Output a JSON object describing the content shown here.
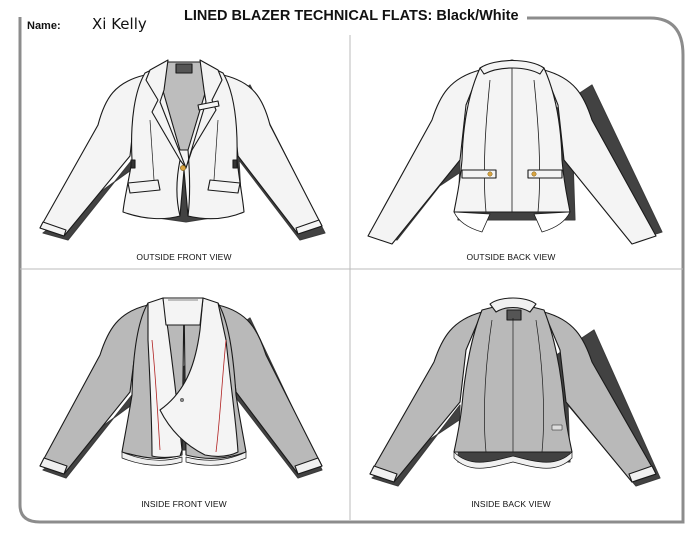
{
  "header": {
    "name_label": "Name:",
    "name_value": "Xi Kelly",
    "title": "LINED BLAZER TECHNICAL FLATS:  Black/White"
  },
  "views": [
    {
      "caption": "OUTSIDE FRONT VIEW",
      "icon": "blazer-front-outside"
    },
    {
      "caption": "OUTSIDE BACK VIEW",
      "icon": "blazer-back-outside"
    },
    {
      "caption": "INSIDE FRONT VIEW",
      "icon": "blazer-front-inside"
    },
    {
      "caption": "INSIDE BACK VIEW",
      "icon": "blazer-back-inside"
    }
  ],
  "colors": {
    "shell": "#f4f4f4",
    "lining": "#b9b9b9",
    "outline": "#1a1a1a",
    "frame": "#8a8a8a",
    "button": "#d9a441"
  }
}
